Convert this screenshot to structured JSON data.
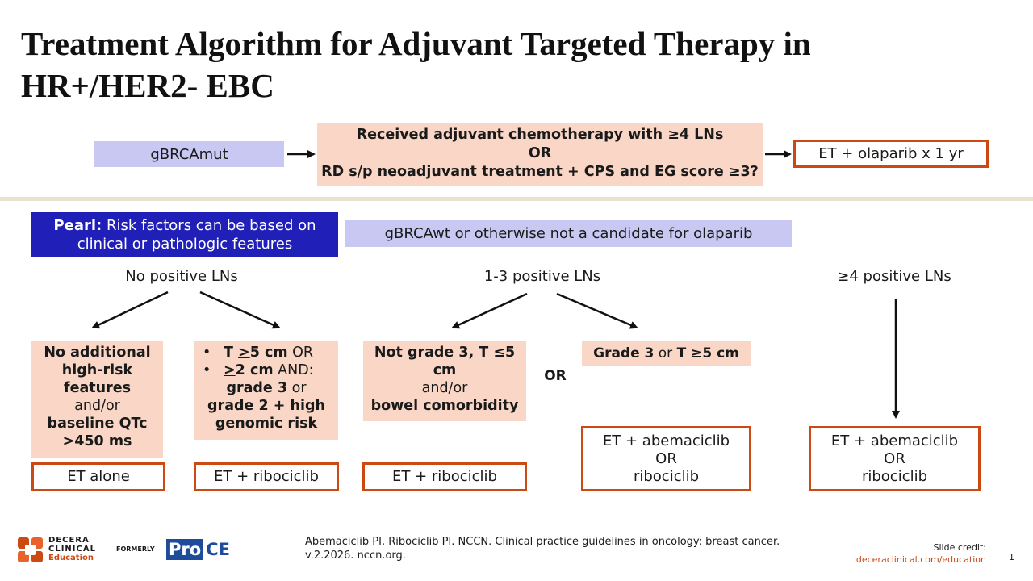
{
  "title": "Treatment Algorithm for Adjuvant Targeted Therapy in HR+/HER2- EBC",
  "top_row": {
    "gbrcamut": "gBRCAmut",
    "criteria_line1": "Received adjuvant chemotherapy with ≥4 LNs",
    "criteria_or": "OR",
    "criteria_line2": "RD s/p neoadjuvant treatment + CPS and EG score ≥3?",
    "olaparib": "ET + olaparib x 1 yr"
  },
  "pearl": {
    "label": "Pearl:",
    "text": " Risk factors can be based on clinical or pathologic features"
  },
  "gbrcawt": "gBRCAwt or otherwise not a candidate for olaparib",
  "groups": {
    "no_pos": "No positive LNs",
    "one_three": "1-3 positive LNs",
    "four_plus": "≥4 positive LNs"
  },
  "boxes": {
    "no_additional": {
      "line1": "No additional high-risk features",
      "andor": "and/or",
      "line2": "baseline QTc >450 ms"
    },
    "t5": {
      "b1_bold": "T ",
      "b1_ge": ">",
      "b1_rest": "5 cm",
      "b1_tail": " OR",
      "b2_ge": ">",
      "b2_rest": "2 cm",
      "b2_tail": " AND:",
      "g3": "grade 3",
      "or_word": " or",
      "g2": "grade 2 + high genomic risk"
    },
    "not_grade3": {
      "line1": "Not grade 3, T ≤5 cm",
      "andor": "and/or",
      "line2": "bowel comorbidity"
    },
    "grade3": {
      "g3": "Grade 3",
      "or_word": " or ",
      "t5": "T ≥5 cm"
    },
    "or_between": "OR"
  },
  "outcomes": {
    "et_alone": "ET alone",
    "et_ribo_1": "ET + ribociclib",
    "et_ribo_2": "ET + ribociclib",
    "abema_1": {
      "line1": "ET + abemaciclib",
      "or": "OR",
      "line2": "ribociclib"
    },
    "abema_2": {
      "line1": "ET + abemaciclib",
      "or": "OR",
      "line2": "ribociclib"
    }
  },
  "footer": {
    "citation": "Abemaciclib PI. Ribociclib PI. NCCN. Clinical practice guidelines in oncology: breast cancer. v.2.2026. nccn.org.",
    "credit_label": "Slide credit:",
    "credit_link": "deceraclinical.com/education",
    "page": "1",
    "logo_line1": "DECERA",
    "logo_line2": "CLINICAL",
    "logo_line3": "Education",
    "formerly": "FORMERLY",
    "proce_pro": "Pro",
    "proce_ce": "CE"
  },
  "colors": {
    "accent_orange": "#cc4a12",
    "lavender": "#c9c8f3",
    "peach": "#f9d6c6",
    "pearl_blue": "#2020b8",
    "proce_blue": "#1e4b9a"
  }
}
